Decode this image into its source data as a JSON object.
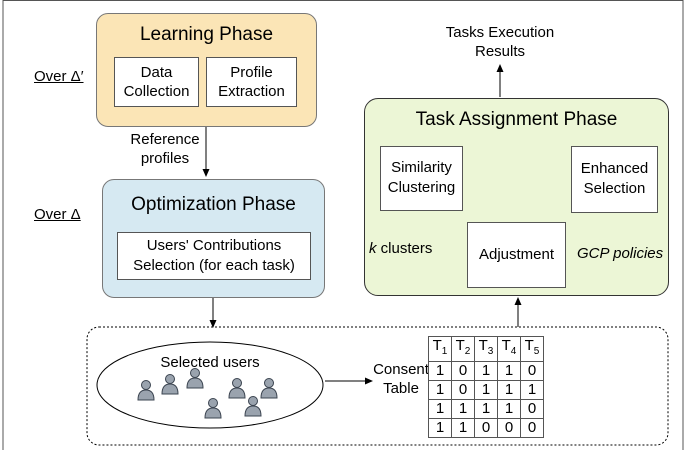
{
  "labels": {
    "over_delta_prime": "Over Δ′",
    "over_delta": "Over Δ",
    "tasks_results_line1": "Tasks Execution",
    "tasks_results_line2": "Results",
    "reference_line1": "Reference",
    "reference_line2": "profiles",
    "k_clusters_k": "k",
    "k_clusters_rest": " clusters",
    "gcp_policies": "GCP policies",
    "consent_line1": "Consent",
    "consent_line2": "Table",
    "selected_users": "Selected users"
  },
  "learning_phase": {
    "title": "Learning Phase",
    "data_collection_line1": "Data",
    "data_collection_line2": "Collection",
    "profile_extraction_line1": "Profile",
    "profile_extraction_line2": "Extraction",
    "color": "#fbe5b6"
  },
  "optimization_phase": {
    "title": "Optimization Phase",
    "selection_line1": "Users' Contributions",
    "selection_line2": "Selection (for each task)",
    "color": "#d6e9f2"
  },
  "task_assignment_phase": {
    "title": "Task Assignment Phase",
    "similarity_line1": "Similarity",
    "similarity_line2": "Clustering",
    "enhanced_line1": "Enhanced",
    "enhanced_line2": "Selection",
    "adjustment": "Adjustment",
    "color": "#ecf6d6"
  },
  "consent_table": {
    "headers": [
      {
        "letter": "T",
        "index": "1"
      },
      {
        "letter": "T",
        "index": "2"
      },
      {
        "letter": "T",
        "index": "3"
      },
      {
        "letter": "T",
        "index": "4"
      },
      {
        "letter": "T",
        "index": "5"
      }
    ],
    "rows": [
      [
        "1",
        "0",
        "1",
        "1",
        "0"
      ],
      [
        "1",
        "0",
        "1",
        "1",
        "1"
      ],
      [
        "1",
        "1",
        "1",
        "1",
        "0"
      ],
      [
        "1",
        "1",
        "0",
        "0",
        "0"
      ]
    ]
  },
  "user_icon": "person-icon",
  "user_count": 7
}
